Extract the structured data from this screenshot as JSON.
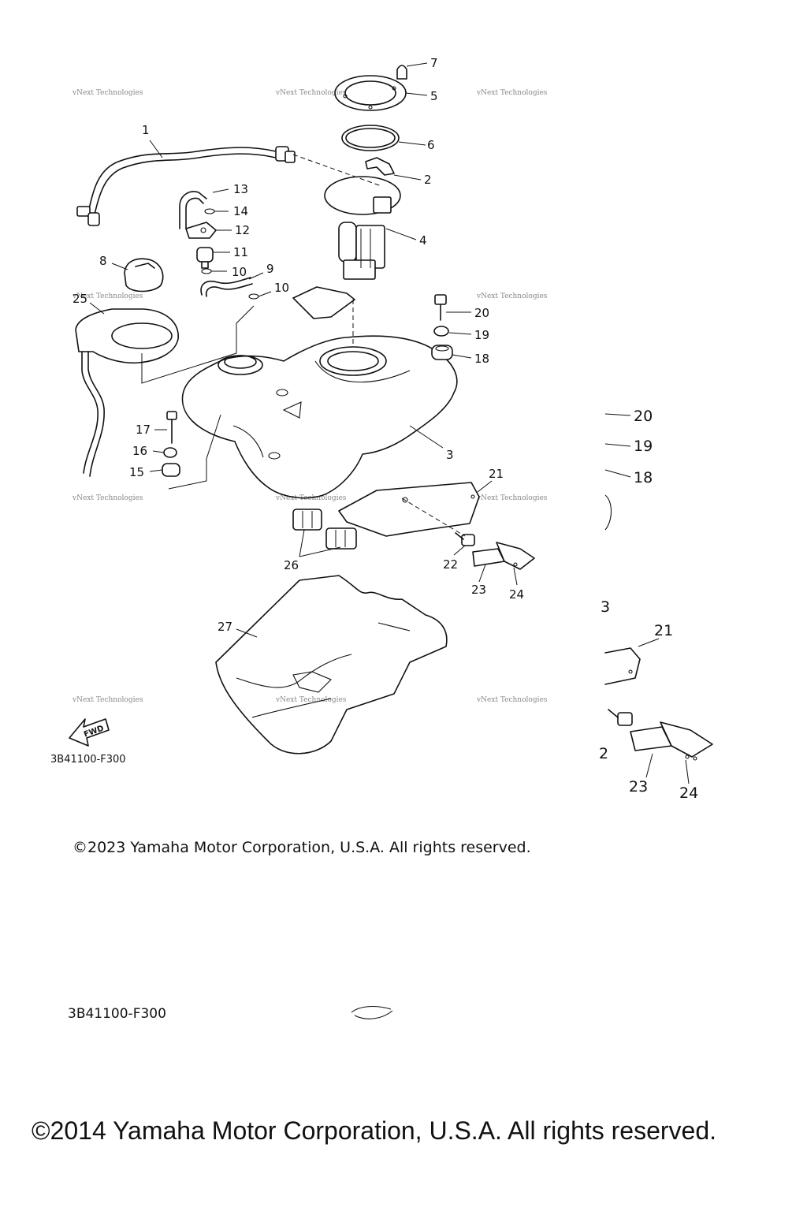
{
  "diagram": {
    "drawing_code": "3B41100-F300",
    "drawing_code_ghost": "3B41100-F300",
    "watermark": "vNext Technologies",
    "fwd_label": "FWD",
    "copyright_2023": "©2023 Yamaha Motor Corporation, U.S.A. All rights reserved.",
    "copyright_2014": "©2014 Yamaha Motor Corporation, U.S.A. All rights reserved."
  },
  "callouts": {
    "c1": "1",
    "c2": "2",
    "c3": "3",
    "c4": "4",
    "c5": "5",
    "c6": "6",
    "c7": "7",
    "c8": "8",
    "c9": "9",
    "c10a": "10",
    "c10b": "10",
    "c11": "11",
    "c12": "12",
    "c13": "13",
    "c14": "14",
    "c15": "15",
    "c16": "16",
    "c17": "17",
    "c18": "18",
    "c19": "19",
    "c20": "20",
    "c21": "21",
    "c22": "22",
    "c23": "23",
    "c24": "24",
    "c25": "25",
    "c26": "26",
    "c27": "27"
  },
  "ghost_callouts": {
    "g20": "20",
    "g19": "19",
    "g18": "18",
    "g21": "21",
    "g22": "2",
    "g23": "23",
    "g24": "24",
    "g3": "3"
  }
}
